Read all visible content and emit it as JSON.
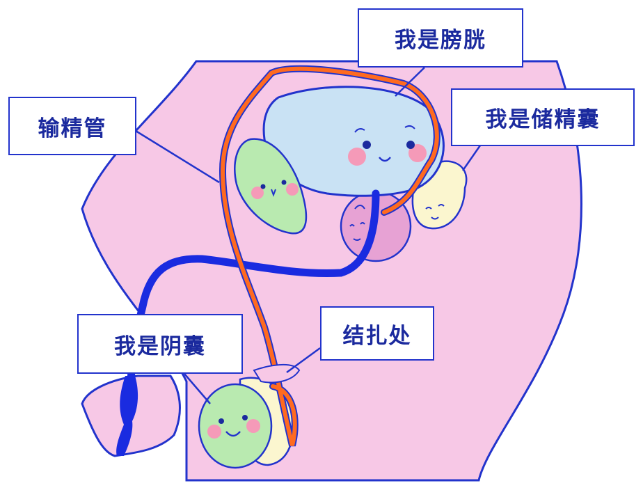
{
  "labels": {
    "vas_deferens": "输精管",
    "bladder": "我是膀胱",
    "seminal_vesicle": "我是储精囊",
    "scrotum": "我是阴囊",
    "ligation_site": "结扎处"
  },
  "colors": {
    "outline": "#2233cc",
    "label_text": "#1b2a9e",
    "body": "#f7c8e6",
    "bladder": "#c9e2f4",
    "organ_green": "#b9eab0",
    "prostate": "#e7a2d4",
    "vesicle": "#fbf6cf",
    "vas_orange": "#ff6a20",
    "urethra_blue": "#1a2be0",
    "cheek": "#f59ab8"
  }
}
